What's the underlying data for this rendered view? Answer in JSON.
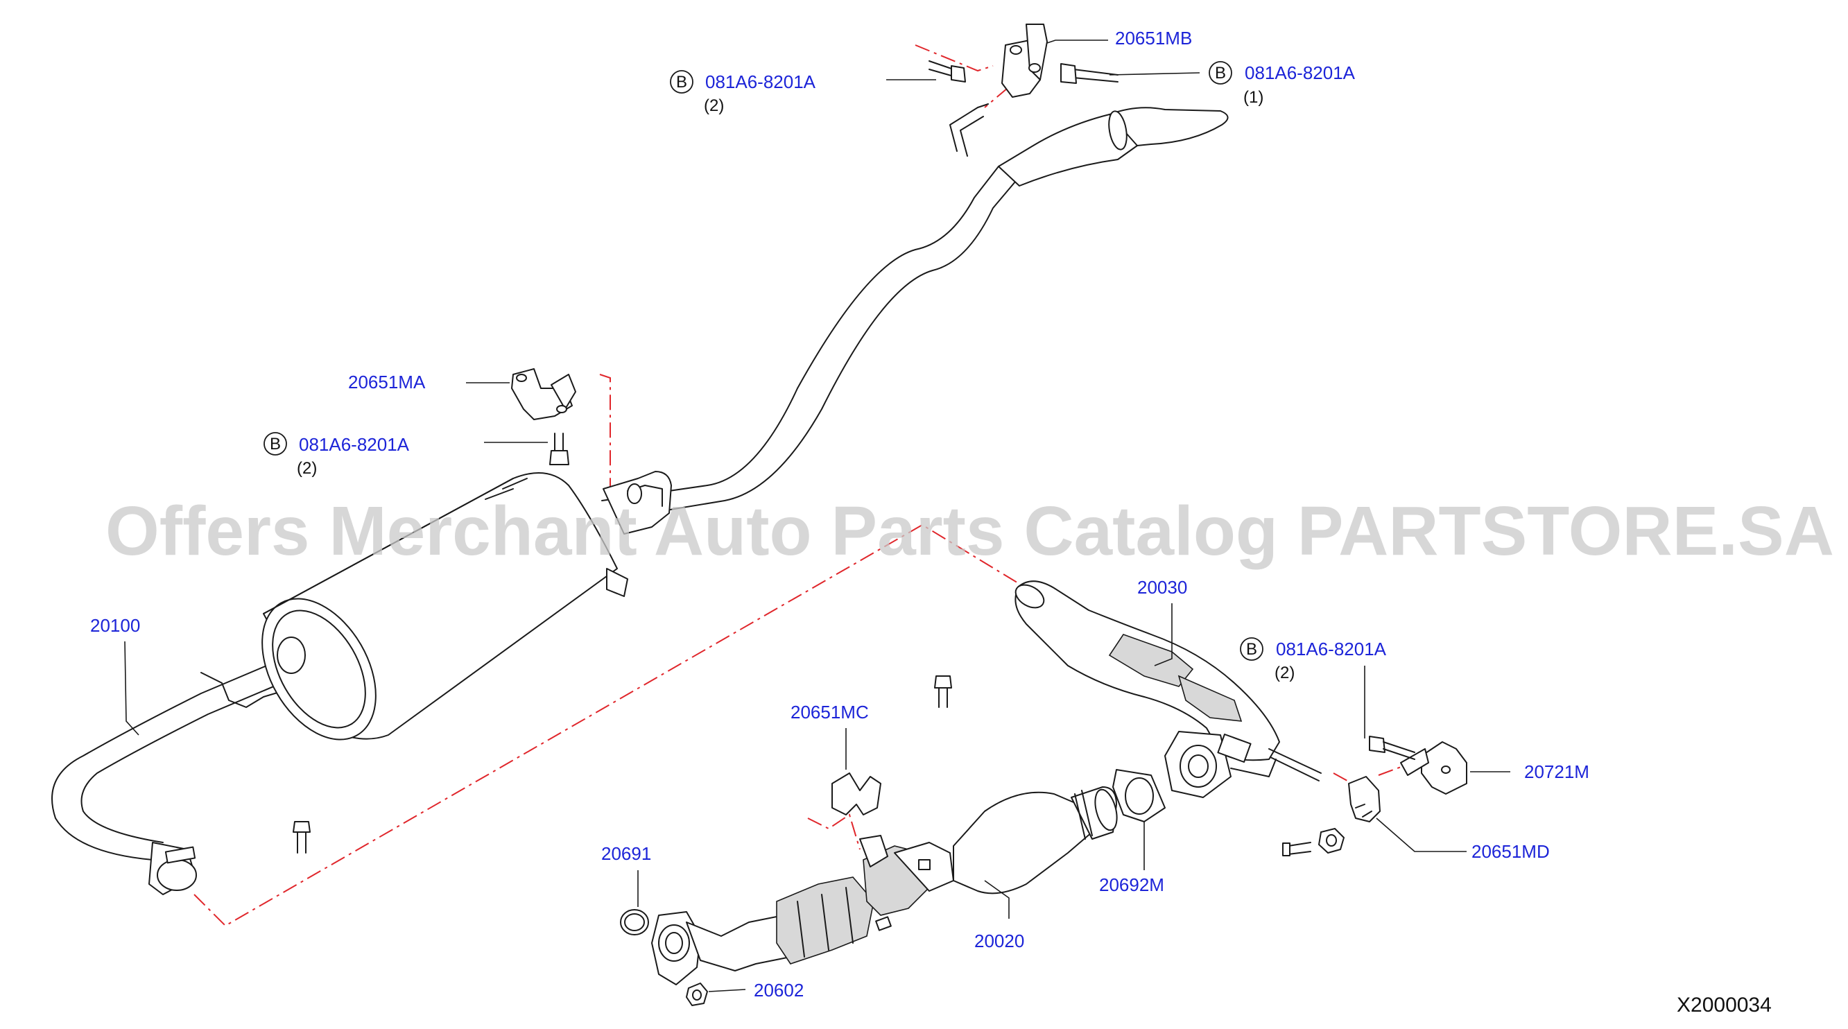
{
  "watermark": "Offers Merchant Auto Parts Catalog PARTSTORE.SA",
  "diagram_id": "X2000034",
  "bolt_marker": "B",
  "colors": {
    "code_text": "#1c24d8",
    "guide_line": "#e0262b",
    "outline": "#1a1a1a"
  },
  "callouts": {
    "hanger_mb": {
      "code": "20651MB"
    },
    "bolt_top_left": {
      "code": "081A6-8201A",
      "qty": "(2)"
    },
    "bolt_top_right": {
      "code": "081A6-8201A",
      "qty": "(1)"
    },
    "hanger_ma": {
      "code": "20651MA"
    },
    "bolt_mid_left": {
      "code": "081A6-8201A",
      "qty": "(2)"
    },
    "tail_pipe": {
      "code": "20100"
    },
    "center_pipe": {
      "code": "20030"
    },
    "bolt_right": {
      "code": "081A6-8201A",
      "qty": "(2)"
    },
    "hanger_mc": {
      "code": "20651MC"
    },
    "bracket_721": {
      "code": "20721M"
    },
    "hanger_md": {
      "code": "20651MD"
    },
    "seal_ring": {
      "code": "20691"
    },
    "gasket": {
      "code": "20692M"
    },
    "front_tube": {
      "code": "20020"
    },
    "nut": {
      "code": "20602"
    }
  }
}
